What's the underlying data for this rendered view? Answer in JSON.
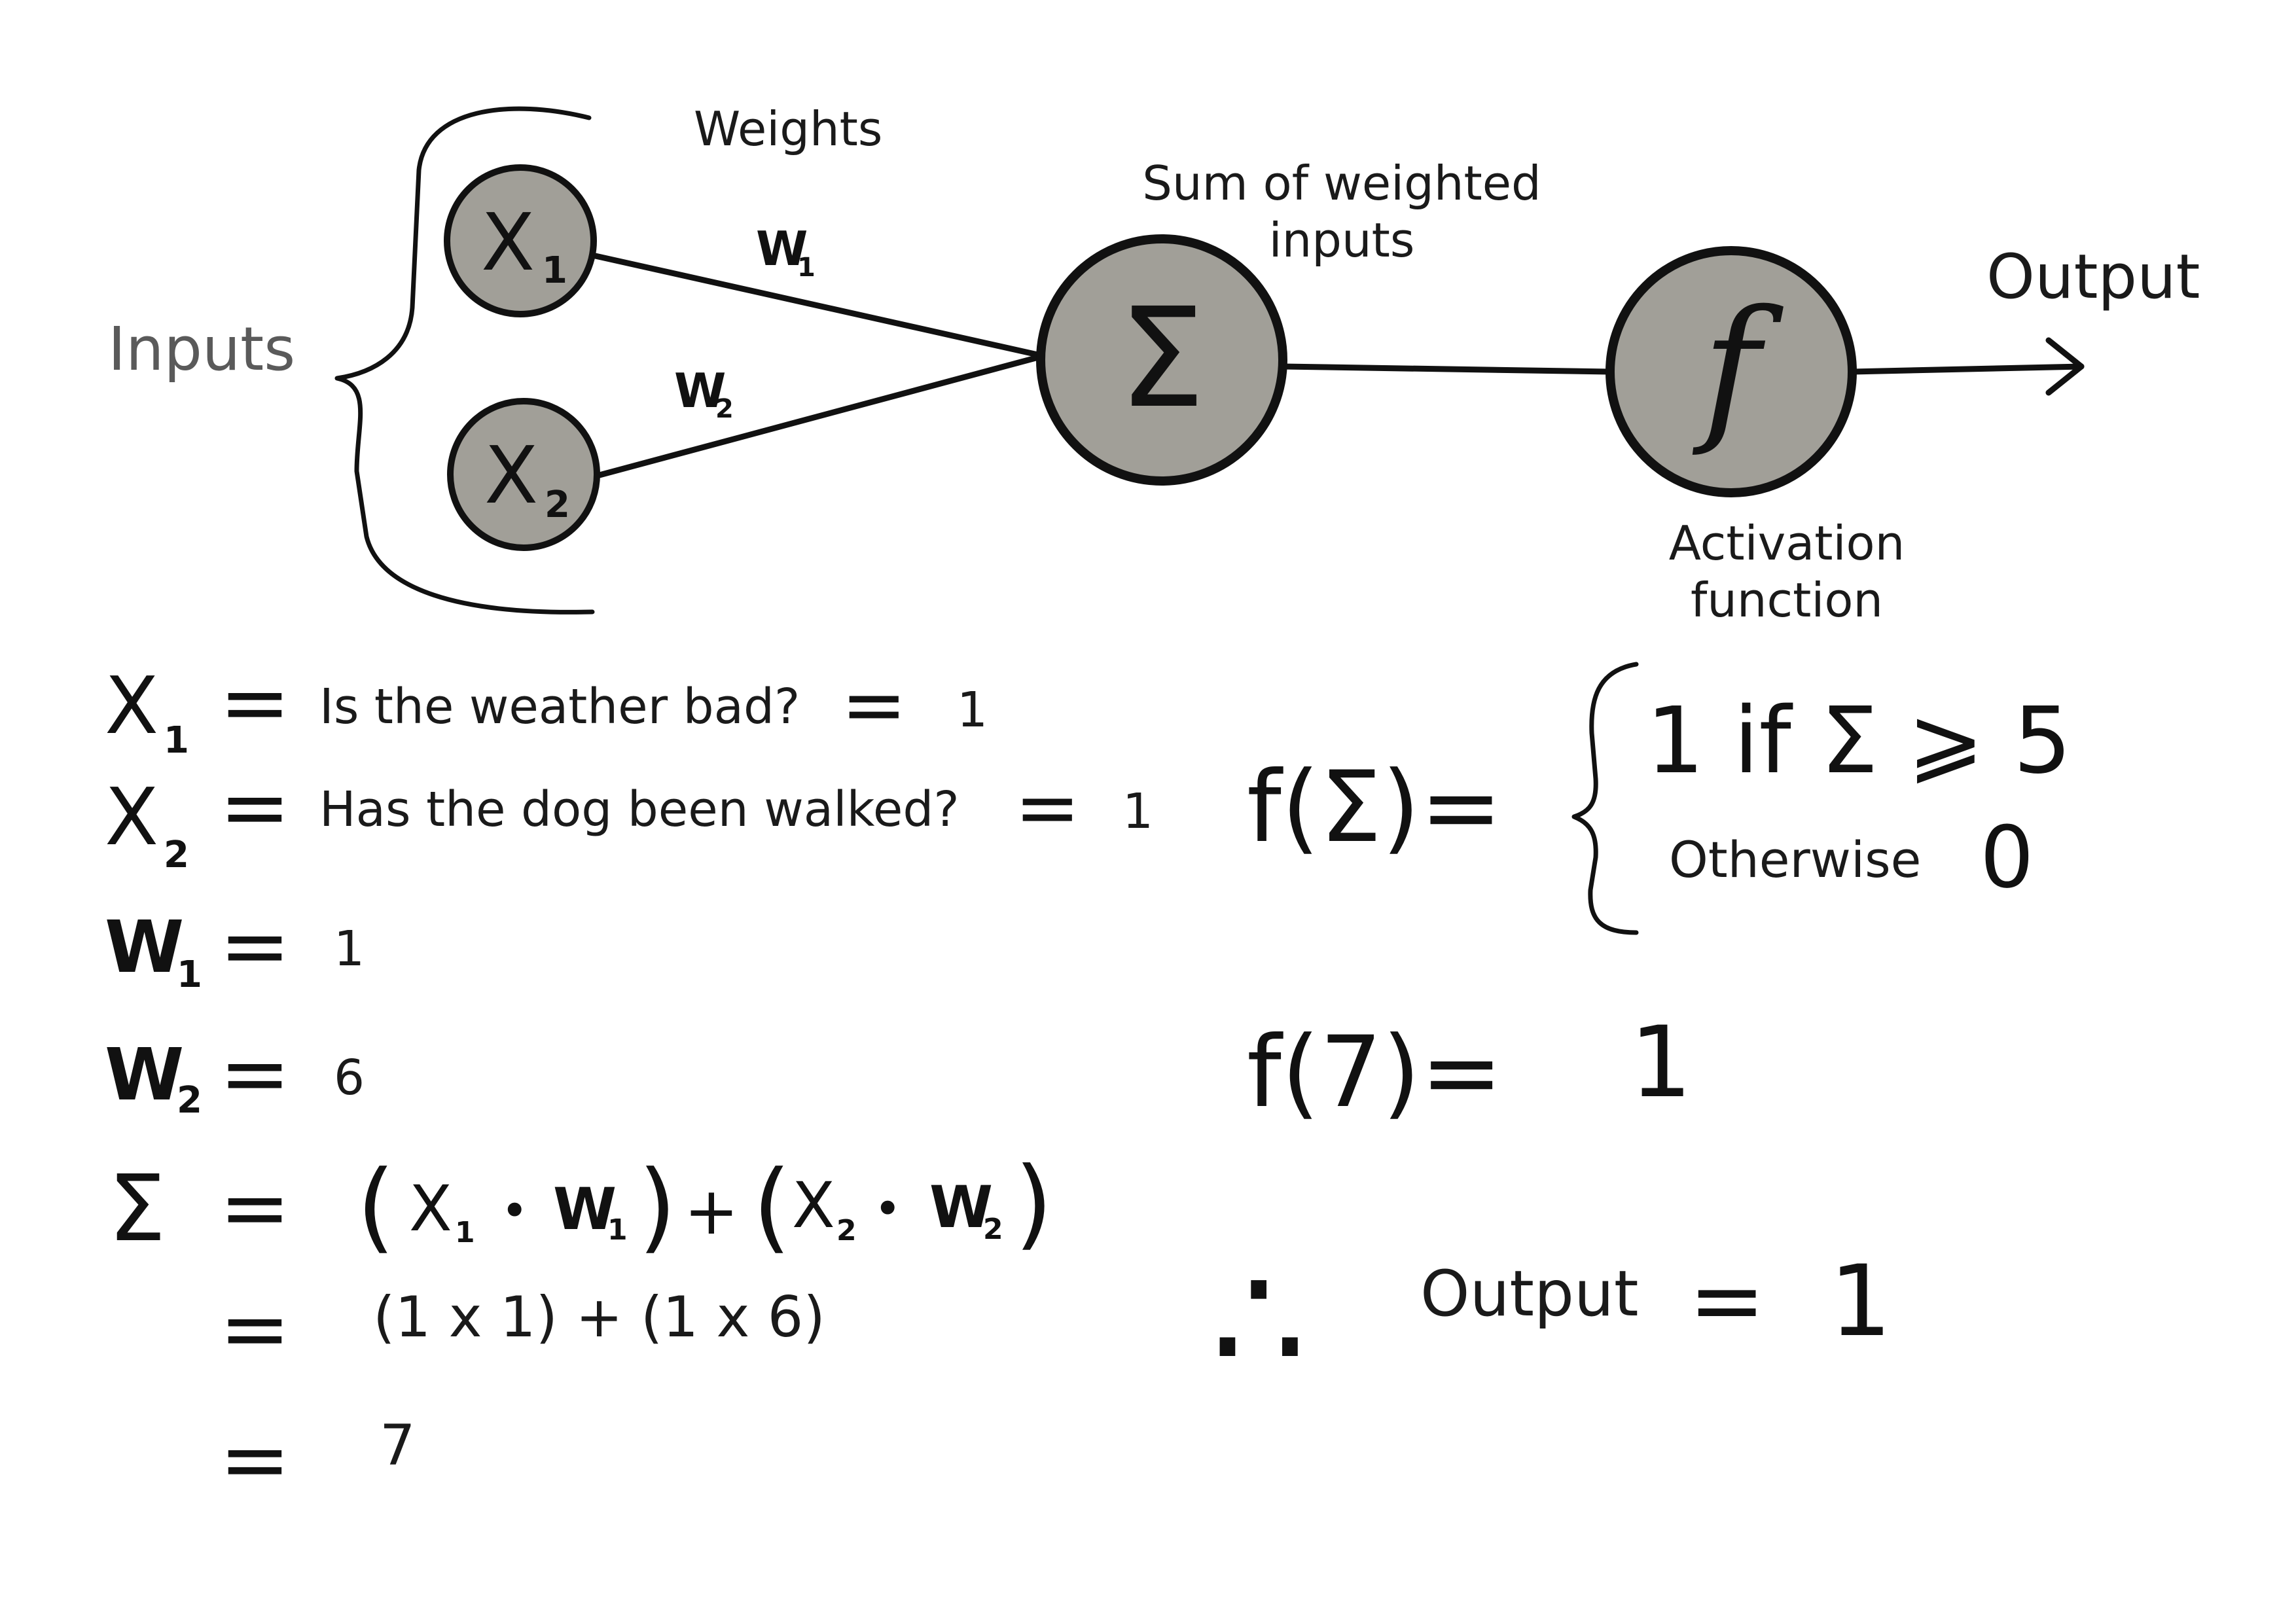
{
  "diagram": {
    "labels": {
      "inputs": "Inputs",
      "weights": "Weights",
      "sum_line1": "Sum of weighted",
      "sum_line2": "inputs",
      "activation_line1": "Activation",
      "activation_line2": "function",
      "output": "Output"
    },
    "nodes": {
      "x1": {
        "main": "X",
        "sub": "1"
      },
      "x2": {
        "main": "X",
        "sub": "2"
      },
      "sum": "Σ",
      "activation": "f"
    },
    "edges": {
      "w1": {
        "main": "W",
        "sub": "1"
      },
      "w2": {
        "main": "W",
        "sub": "2"
      }
    },
    "colors": {
      "node_fill": "#a19f98",
      "ink": "#111111"
    }
  },
  "definitions": {
    "x1": {
      "symbol": "X",
      "sub": "1",
      "eq": "=",
      "text": "Is the weather bad?",
      "eq2": "=",
      "value": "1"
    },
    "x2": {
      "symbol": "X",
      "sub": "2",
      "eq": "=",
      "text": "Has the dog been walked?",
      "eq2": "=",
      "value": "1"
    },
    "w1": {
      "symbol": "W",
      "sub": "1",
      "eq": "=",
      "value": "1"
    },
    "w2": {
      "symbol": "W",
      "sub": "2",
      "eq": "=",
      "value": "6"
    }
  },
  "sum_calc": {
    "symbol": "Σ",
    "eq": "=",
    "lparen1": "(",
    "x1": "X",
    "x1_sub": "1",
    "dot": "•",
    "w1": "W",
    "w1_sub": "1",
    "rparen1": ")",
    "plus": "+",
    "lparen2": "(",
    "x2": "X",
    "x2_sub": "2",
    "w2": "W",
    "w2_sub": "2",
    "rparen2": ")",
    "step2": "(1 x 1) + (1 x 6)",
    "step3": "7"
  },
  "activation_def": {
    "lhs": "f(Σ)=",
    "case1": "1  if Σ ⩾ 5",
    "case2_label": "Otherwise",
    "case2_value": "0"
  },
  "evaluation": {
    "lhs": "f(7)=",
    "value": "1"
  },
  "conclusion": {
    "therefore": "∴",
    "label": "Output",
    "eq": "=",
    "value": "1"
  }
}
